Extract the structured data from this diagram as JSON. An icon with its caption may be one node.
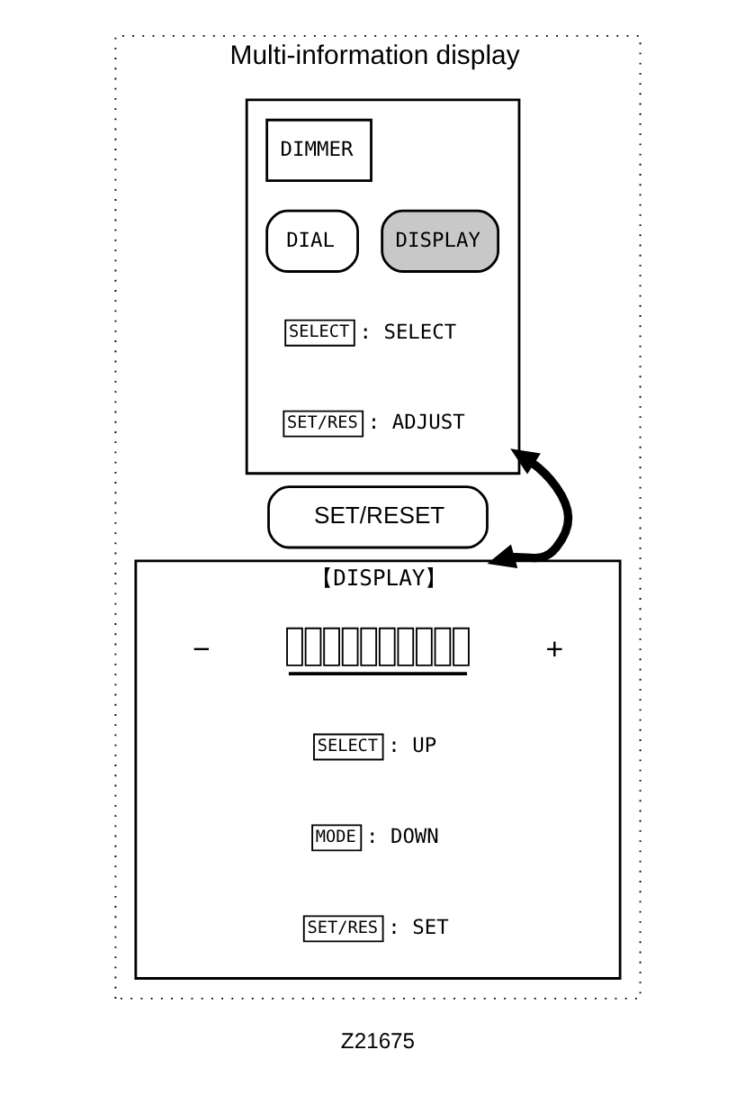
{
  "diagram": {
    "nodes": [
      {
        "text": [
          "Multi-information display"
        ]
      },
      {
        "text": [],
        "shape": "box",
        "in": 0
      },
      {
        "text": [
          "DIMMER"
        ],
        "in": 1
      },
      {
        "text": [
          "DIAL"
        ],
        "in": 1
      },
      {
        "text": [
          "DISPLAY"
        ],
        "in": 1
      },
      {
        "text": [
          "SELECT"
        ],
        "in": 1,
        "beside": [
          ": SELECT"
        ]
      },
      {
        "text": [
          "SET/RES"
        ],
        "in": 1,
        "beside": [
          ": ADJUST"
        ]
      },
      {
        "text": [
          "SET/RESET"
        ],
        "in": 0
      },
      {
        "text": [
          "【DISPLAY】"
        ],
        "in": 0
      },
      {
        "text": [],
        "shape": "bar",
        "in": 8
      },
      {
        "text": [
          "SELECT"
        ],
        "in": 8,
        "beside": [
          ": UP"
        ]
      },
      {
        "text": [
          "MODE"
        ],
        "in": 8,
        "beside": [
          ": DOWN"
        ]
      },
      {
        "text": [
          "SET/RES"
        ],
        "in": 8,
        "beside": [
          ": SET"
        ]
      }
    ],
    "edges": [
      {
        "from": 1,
        "to": 8,
        "arrow": "both"
      }
    ],
    "labels": [
      "−",
      "+",
      "Z21675"
    ]
  }
}
